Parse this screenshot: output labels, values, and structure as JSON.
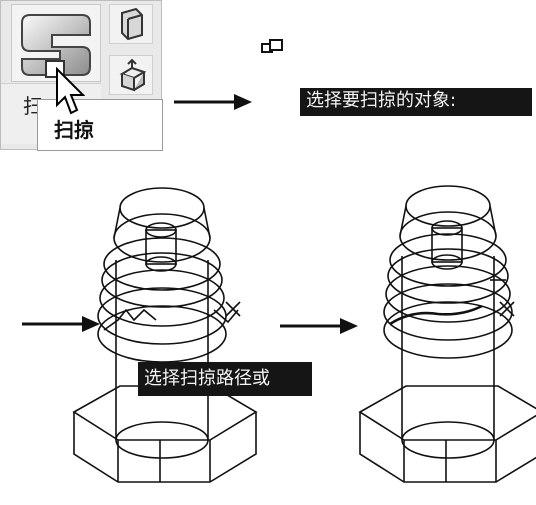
{
  "toolbar": {
    "panel_label": "扫",
    "tooltip_title": "扫掠"
  },
  "prompts": {
    "select_objects": "选择要扫掠的对象:",
    "select_path": "选择扫掠路径或"
  },
  "icons": {
    "sweep_large": "sweep-icon",
    "small_top": "extrude-icon",
    "small_bottom": "presspull-icon",
    "cursor": "mouse-pointer-icon",
    "object_select_glyph": "sweep-object-cursor-icon"
  },
  "colors": {
    "prompt_bg": "#151515",
    "prompt_text": "#f4f4f4",
    "line": "#111111"
  }
}
